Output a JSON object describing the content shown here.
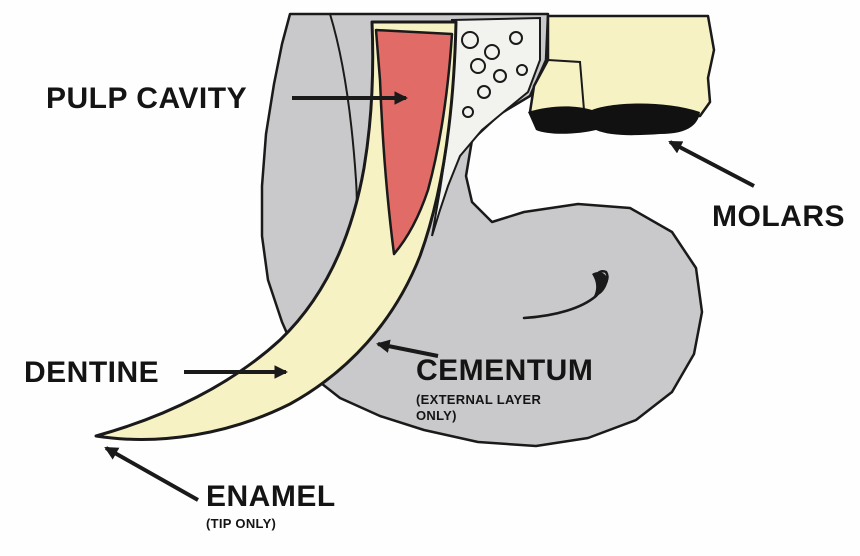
{
  "colors": {
    "background": "#fefefe",
    "gum_tissue": "#c9c9cb",
    "tooth_dentine": "#f7f2c4",
    "pulp": "#e06b67",
    "enamel_cap": "#111111",
    "outline": "#1a1a1a"
  },
  "labels": {
    "pulp_cavity": "PULP CAVITY",
    "molars": "MOLARS",
    "dentine": "DENTINE",
    "cementum": "CEMENTUM",
    "cementum_note_line1": "(EXTERNAL LAYER",
    "cementum_note_line2": "ONLY)",
    "enamel": "ENAMEL",
    "enamel_note": "(TIP ONLY)"
  },
  "icons": [
    "arrow-icon"
  ]
}
